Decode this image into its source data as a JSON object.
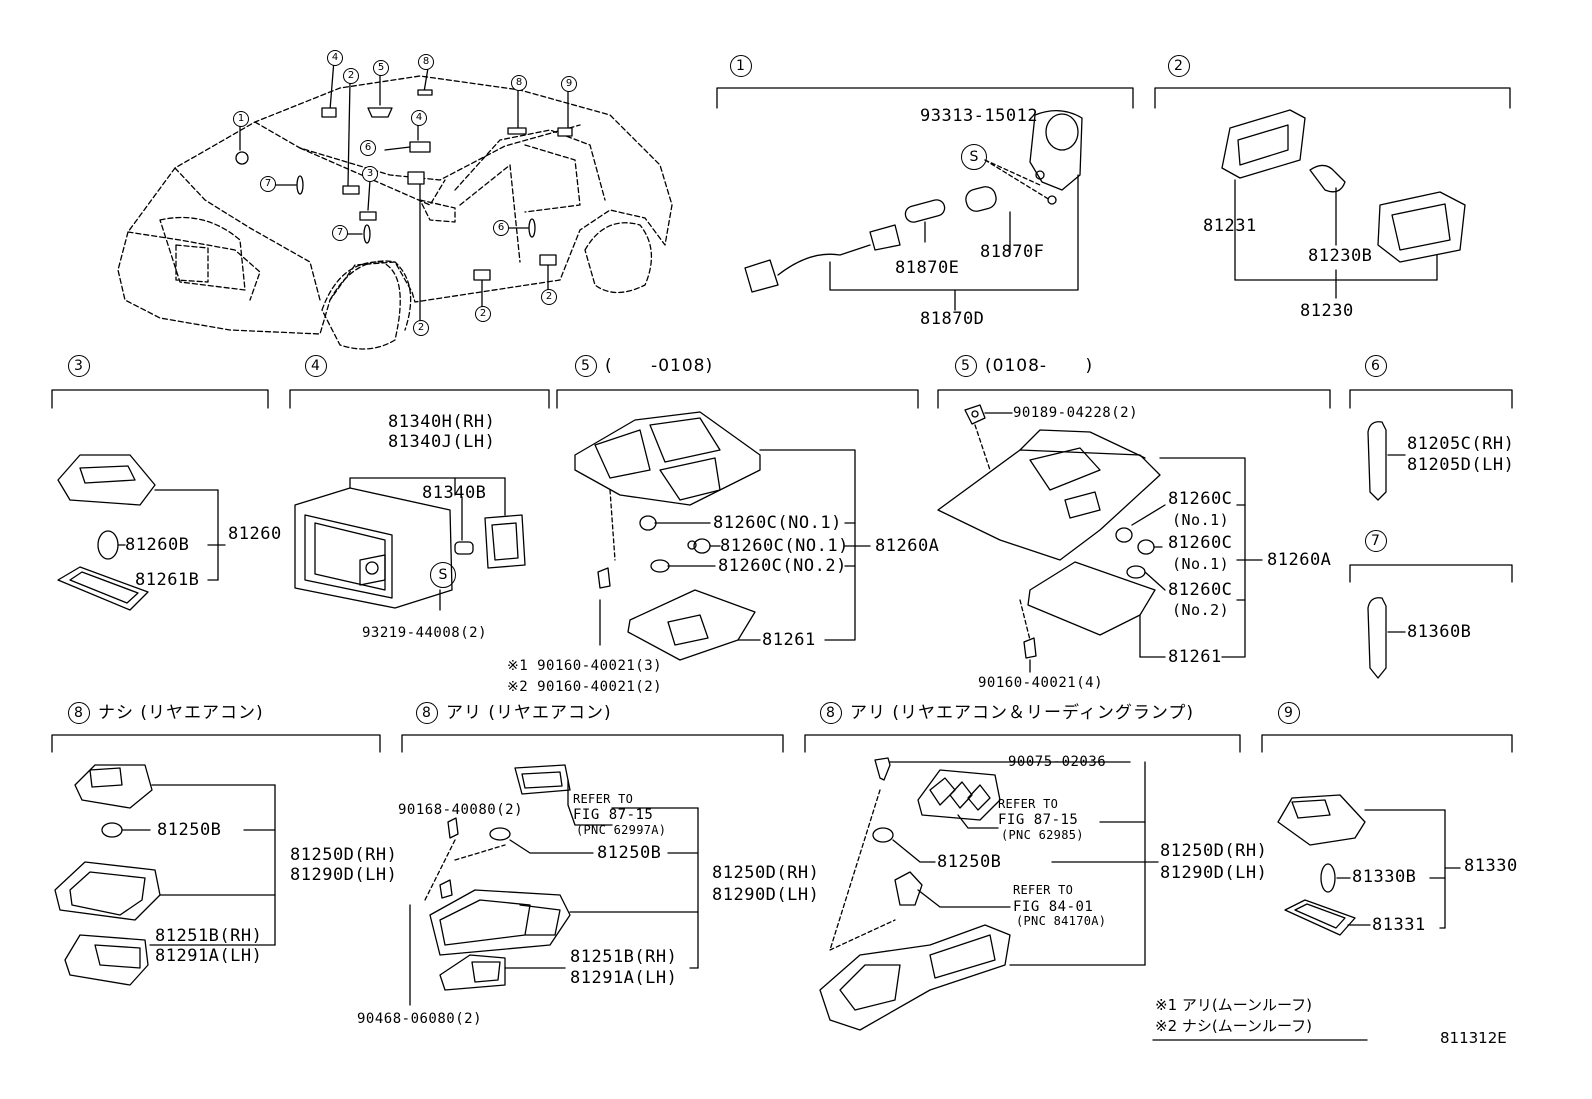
{
  "sections": [
    {
      "num": "1",
      "text": ""
    },
    {
      "num": "2",
      "text": ""
    },
    {
      "num": "3",
      "text": ""
    },
    {
      "num": "4",
      "text": ""
    },
    {
      "num": "5",
      "text": "(      -0108)"
    },
    {
      "num": "5",
      "text": "(0108-      )"
    },
    {
      "num": "6",
      "text": ""
    },
    {
      "num": "7",
      "text": ""
    },
    {
      "num": "8",
      "text": "ナシ (リヤエアコン)"
    },
    {
      "num": "8",
      "text": "アリ (リヤエアコン)"
    },
    {
      "num": "8",
      "text": "アリ (リヤエアコン＆リーディングランプ)"
    },
    {
      "num": "9",
      "text": ""
    }
  ],
  "car_callouts": [
    "1",
    "2",
    "2",
    "2",
    "2",
    "2",
    "3",
    "4",
    "4",
    "5",
    "6",
    "6",
    "7",
    "7",
    "8",
    "8",
    "9"
  ],
  "s_marker": "S",
  "parts": {
    "p1": [
      "93313-15012",
      "81870E",
      "81870F",
      "81870D"
    ],
    "p2": [
      "81231",
      "81230B",
      "81230"
    ],
    "p3": [
      "81260B",
      "81260",
      "81261B"
    ],
    "p4": [
      "81340H(RH)",
      "81340J(LH)",
      "81340B",
      "93219-44008(2)"
    ],
    "p5a": [
      "81260C(NO.1)",
      "81260C(NO.1)",
      "81260C(NO.2)",
      "81260A",
      "81261"
    ],
    "p5a_screws": [
      "※1  90160-40021(3)",
      "※2  90160-40021(2)"
    ],
    "p5b": [
      "90189-04228(2)",
      "81260C",
      "(No.1)",
      "81260C",
      "(No.1)",
      "81260C",
      "(No.2)",
      "81260A",
      "81261",
      "90160-40021(4)"
    ],
    "p6": [
      "81205C(RH)",
      "81205D(LH)"
    ],
    "p7": [
      "81360B"
    ],
    "p8a": [
      "81250B",
      "81250D(RH)",
      "81290D(LH)",
      "81251B(RH)",
      "81291A(LH)"
    ],
    "p8b": [
      "90168-40080(2)",
      "REFER TO",
      "FIG 87-15",
      "(PNC 62997A)",
      "81250B",
      "81250D(RH)",
      "81290D(LH)",
      "81251B(RH)",
      "81291A(LH)",
      "90468-06080(2)"
    ],
    "p8c": [
      "90075-02036",
      "REFER TO",
      "FIG 87-15",
      "(PNC 62985)",
      "81250B",
      "81250D(RH)",
      "81290D(LH)",
      "REFER TO",
      "FIG 84-01",
      "(PNC 84170A)"
    ],
    "p9": [
      "81330",
      "81330B",
      "81331"
    ]
  },
  "notes": [
    "※1 アリ(ムーンルーフ)",
    "※2 ナシ(ムーンルーフ)"
  ],
  "diagram_id": "811312E"
}
